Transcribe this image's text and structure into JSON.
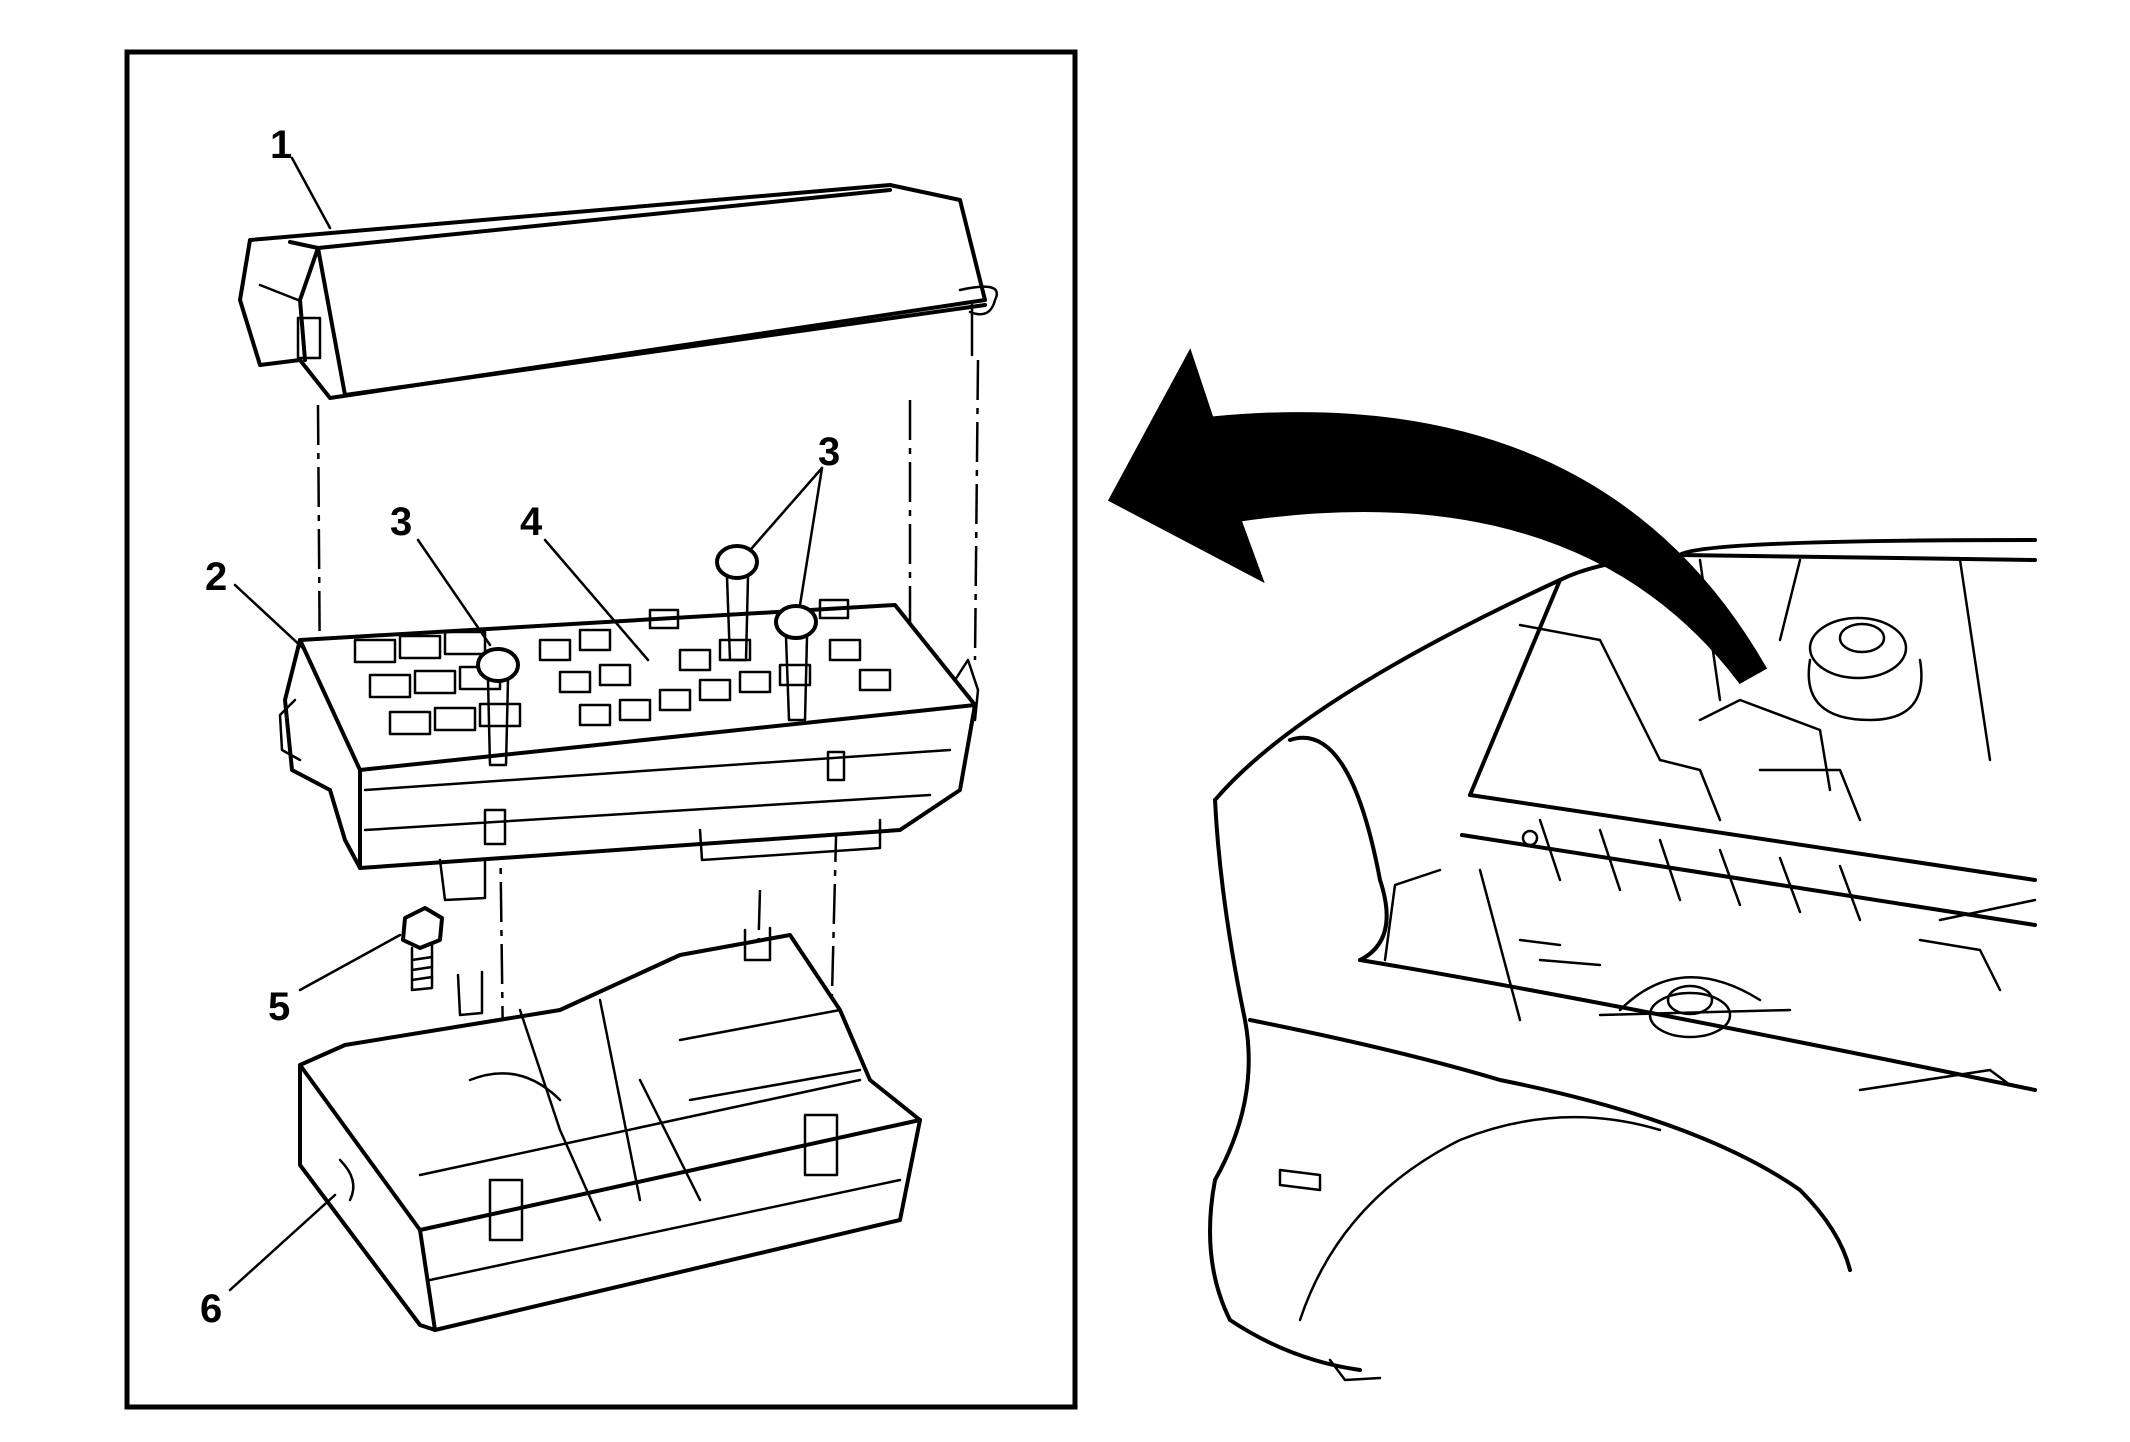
{
  "callouts": [
    {
      "id": "cover",
      "label": "1"
    },
    {
      "id": "block",
      "label": "2"
    },
    {
      "id": "fastener-left",
      "label": "3"
    },
    {
      "id": "fastener-right",
      "label": "3"
    },
    {
      "id": "harness",
      "label": "4"
    },
    {
      "id": "bolt",
      "label": "5"
    },
    {
      "id": "bracket",
      "label": "6"
    }
  ],
  "colors": {
    "line": "#000000",
    "background": "#ffffff"
  },
  "icons": [
    "curved-arrow-icon"
  ]
}
